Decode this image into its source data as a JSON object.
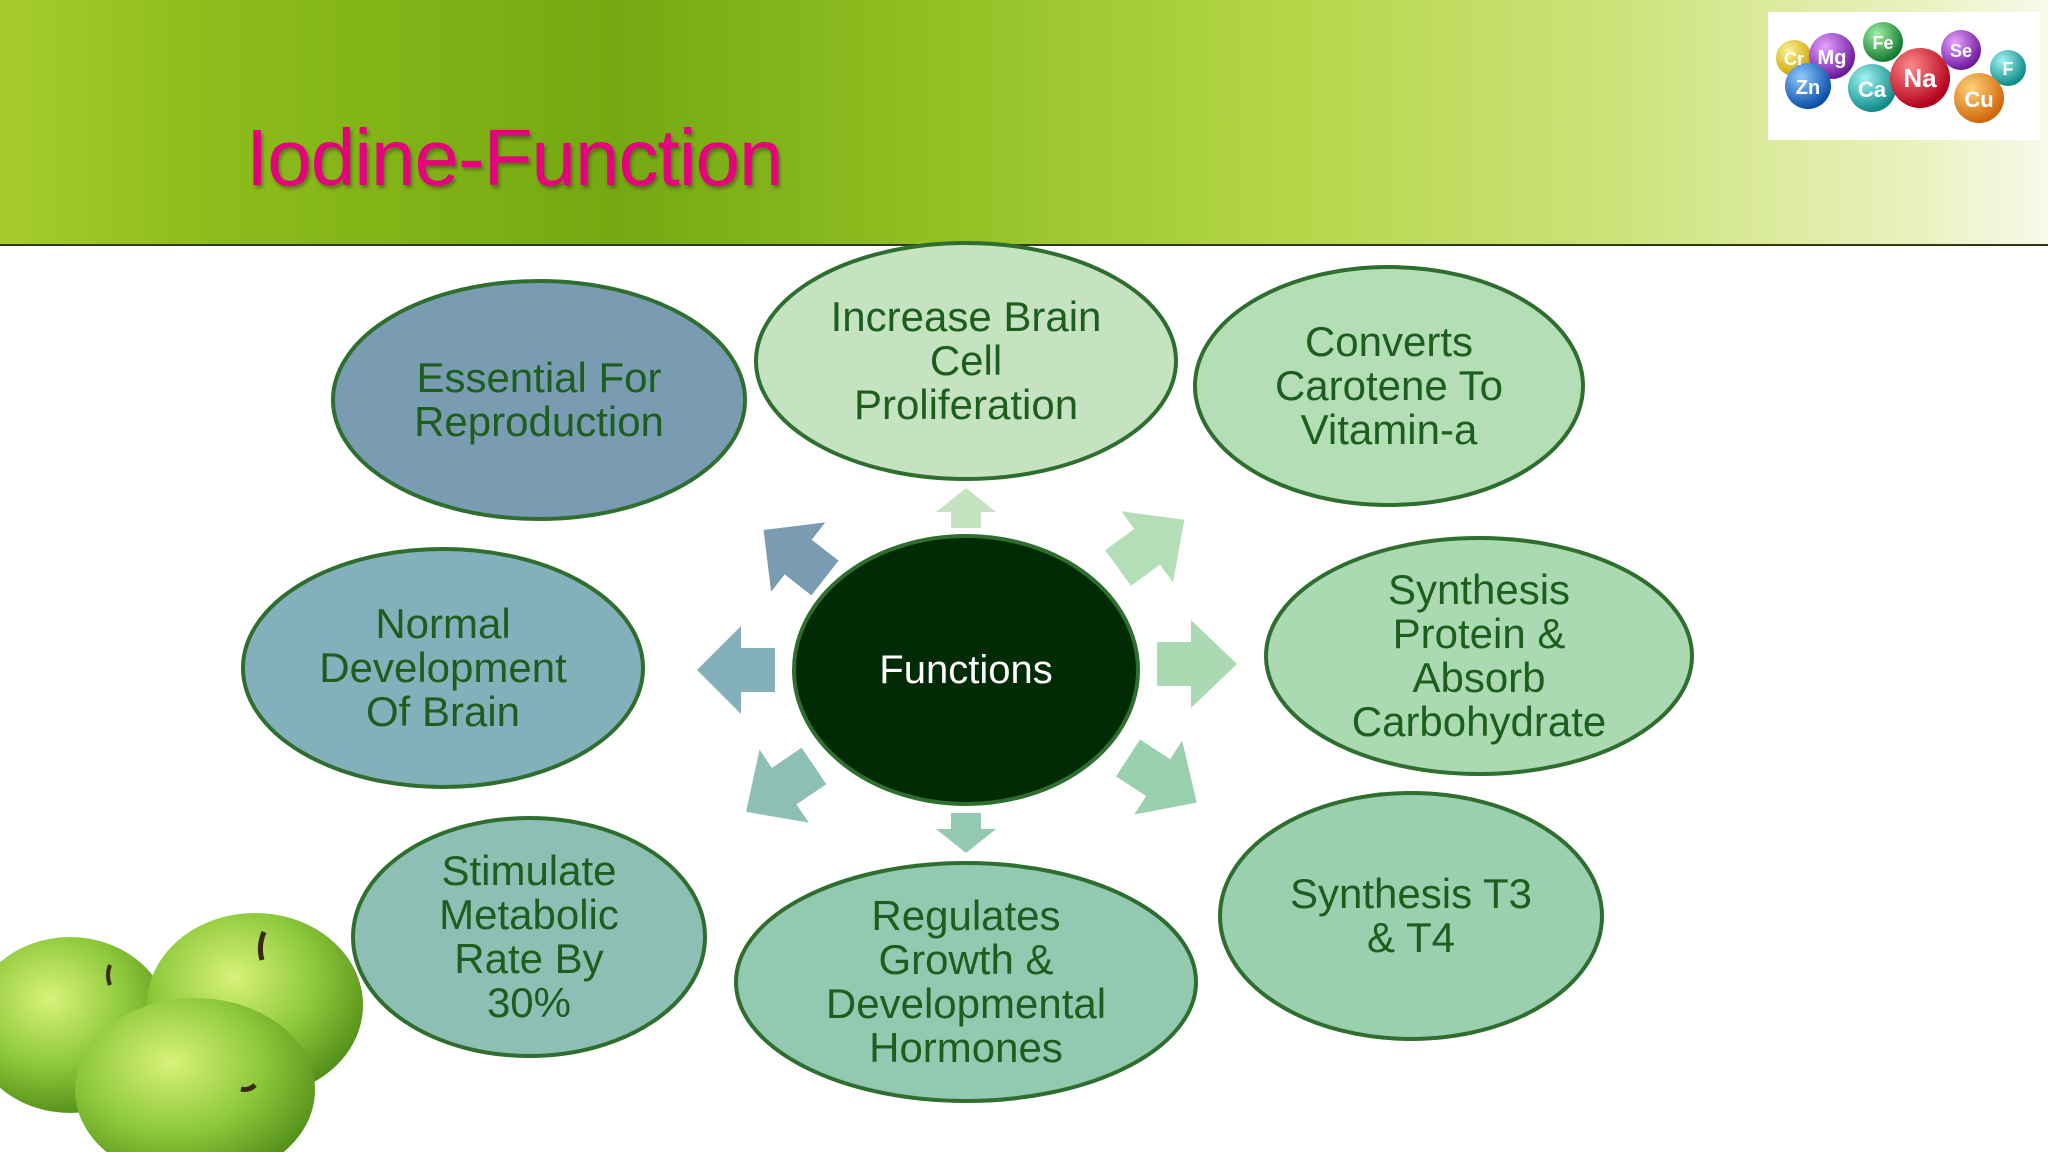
{
  "slide": {
    "title": "Iodine-Function"
  },
  "logo": {
    "elements": [
      "Cr",
      "Mg",
      "Fe",
      "Se",
      "Zn",
      "Ca",
      "Na",
      "Cu",
      "F"
    ]
  },
  "diagram": {
    "center": "Functions",
    "nodes": [
      {
        "key": "reproduction",
        "lines": [
          "Essential For",
          "Reproduction"
        ],
        "fill": "#7a9cb2"
      },
      {
        "key": "brain-cell",
        "lines": [
          "Increase Brain",
          "Cell",
          "Proliferation"
        ],
        "fill": "#c5e3c1"
      },
      {
        "key": "carotene",
        "lines": [
          "Converts",
          "Carotene To",
          "Vitamin-a"
        ],
        "fill": "#b3deb6"
      },
      {
        "key": "protein",
        "lines": [
          "Synthesis",
          "Protein &",
          "Absorb",
          "Carbohydrate"
        ],
        "fill": "#abd9b1"
      },
      {
        "key": "t3t4",
        "lines": [
          "Synthesis T3",
          "& T4"
        ],
        "fill": "#9bd0ae"
      },
      {
        "key": "hormones",
        "lines": [
          "Regulates",
          "Growth &",
          "Developmental",
          "Hormones"
        ],
        "fill": "#93c9b1"
      },
      {
        "key": "metabolic",
        "lines": [
          "Stimulate",
          "Metabolic",
          "Rate By",
          "30%"
        ],
        "fill": "#8ebfb5"
      },
      {
        "key": "brain-dev",
        "lines": [
          "Normal",
          "Development",
          "Of Brain"
        ],
        "fill": "#83b0ba"
      }
    ],
    "colors": {
      "outline": "#2e6e2e",
      "center_fill": "#002b05",
      "text": "#1d5e1f",
      "title": "#e6007e"
    }
  }
}
